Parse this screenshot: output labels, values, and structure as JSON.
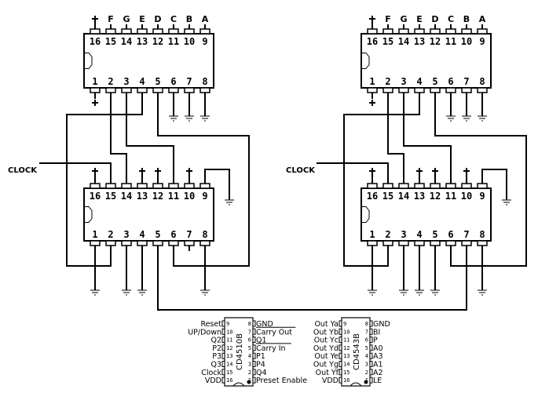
{
  "diagram": {
    "clock_label": "CLOCK",
    "power_symbol": "+",
    "ic_pin_top": [
      "16",
      "15",
      "14",
      "13",
      "12",
      "11",
      "10",
      "9"
    ],
    "ic_pin_bottom": [
      "1",
      "2",
      "3",
      "4",
      "5",
      "6",
      "7",
      "8"
    ],
    "display_segments_top": [
      "+",
      "F",
      "G",
      "E",
      "D",
      "C",
      "B",
      "A"
    ],
    "display_ic_left": {
      "part": "CD4543B",
      "top_labels": [
        "+",
        "F",
        "G",
        "E",
        "D",
        "C",
        "B",
        "A"
      ],
      "bottom_power": [
        "+",
        "",
        "",
        "",
        "",
        "",
        "",
        ""
      ],
      "bottom_ground": [
        false,
        false,
        false,
        false,
        false,
        true,
        true,
        true
      ]
    },
    "display_ic_right": {
      "part": "CD4543B",
      "top_labels": [
        "+",
        "F",
        "G",
        "E",
        "D",
        "C",
        "B",
        "A"
      ],
      "bottom_power": [
        "+",
        "",
        "",
        "",
        "",
        "",
        "",
        ""
      ],
      "bottom_ground": [
        false,
        false,
        false,
        false,
        false,
        true,
        true,
        true
      ]
    },
    "counter_ic_left": {
      "part": "CD4510B",
      "top_power": [
        "+",
        "",
        "",
        "+",
        "+",
        "",
        "+",
        ""
      ],
      "bottom_ground": [
        true,
        false,
        true,
        true,
        false,
        false,
        false,
        true
      ]
    },
    "counter_ic_right": {
      "part": "CD4510B",
      "top_power": [
        "+",
        "",
        "",
        "+",
        "+",
        "",
        "+",
        ""
      ],
      "bottom_ground": [
        true,
        false,
        true,
        true,
        true,
        false,
        false,
        true
      ]
    }
  },
  "pinouts": [
    {
      "part": "CD4510B",
      "left": [
        {
          "name": "Reset",
          "pin": "9"
        },
        {
          "name": "UP/Down",
          "pin": "10"
        },
        {
          "name": "Q2",
          "pin": "11"
        },
        {
          "name": "P2",
          "pin": "12"
        },
        {
          "name": "P3",
          "pin": "13"
        },
        {
          "name": "Q3",
          "pin": "14"
        },
        {
          "name": "Clock",
          "pin": "15"
        },
        {
          "name": "VDD",
          "pin": "16"
        }
      ],
      "right": [
        {
          "name": "GND",
          "pin": "8",
          "overline": false
        },
        {
          "name": "Carry Out",
          "pin": "7",
          "overline": true
        },
        {
          "name": "Q1",
          "pin": "6",
          "overline": false
        },
        {
          "name": "Carry In",
          "pin": "5",
          "overline": true
        },
        {
          "name": "P1",
          "pin": "4",
          "overline": false
        },
        {
          "name": "P4",
          "pin": "3",
          "overline": false
        },
        {
          "name": "Q4",
          "pin": "2",
          "overline": false
        },
        {
          "name": "Preset Enable",
          "pin": "1",
          "overline": false
        }
      ]
    },
    {
      "part": "CD4543B",
      "left": [
        {
          "name": "Out Ya",
          "pin": "9"
        },
        {
          "name": "Out Yb",
          "pin": "10"
        },
        {
          "name": "Out Yc",
          "pin": "11"
        },
        {
          "name": "Out Yd",
          "pin": "12"
        },
        {
          "name": "Out Ye",
          "pin": "13"
        },
        {
          "name": "Out Yg",
          "pin": "14"
        },
        {
          "name": "Out Yf",
          "pin": "15"
        },
        {
          "name": "VDD",
          "pin": "16"
        }
      ],
      "right": [
        {
          "name": "GND",
          "pin": "8",
          "overline": false
        },
        {
          "name": "BI",
          "pin": "7",
          "overline": false
        },
        {
          "name": "P",
          "pin": "6",
          "overline": false
        },
        {
          "name": "A0",
          "pin": "5",
          "overline": false
        },
        {
          "name": "A3",
          "pin": "4",
          "overline": false
        },
        {
          "name": "A1",
          "pin": "3",
          "overline": false
        },
        {
          "name": "A2",
          "pin": "2",
          "overline": false
        },
        {
          "name": "LE",
          "pin": "1",
          "overline": false
        }
      ]
    }
  ]
}
